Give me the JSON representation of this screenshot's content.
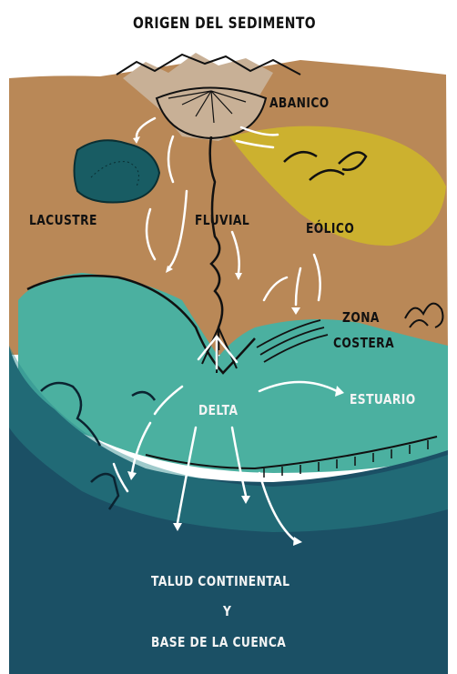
{
  "title": "ORIGEN DEL SEDIMENTO",
  "labels": {
    "abanico": "ABANICO",
    "lacustre": "LACUSTRE",
    "fluvial": "FLUVIAL",
    "eolico": "EÓLICO",
    "zona": "ZONA",
    "costera": "COSTERA",
    "delta": "DELTA",
    "estuario": "ESTUARIO"
  },
  "bottom": {
    "line1": "TALUD CONTINENTAL",
    "line2": "Y",
    "line3": "BASE DE LA CUENCA"
  },
  "colors": {
    "land": "#b98857",
    "mountain": "#c8b096",
    "lake": "#185c63",
    "dunes": "#ccb12f",
    "shelf": "#4bb0a0",
    "shelf_dark": "#2a8a8c",
    "ocean": "#1b5065"
  }
}
